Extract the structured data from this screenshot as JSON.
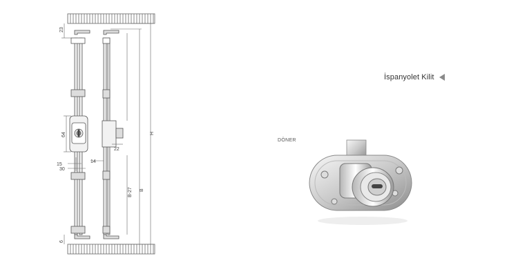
{
  "product": {
    "title": "İspanyolet Kilit",
    "variant": "DÖNER"
  },
  "dimensions": {
    "top_offset": "23",
    "body_height": "64",
    "offset_a": "15",
    "offset_b": "30",
    "bolt_width": "22",
    "bolt_offset": "14",
    "length_b_minus": "B-27",
    "length_b": "B",
    "length_h": "H",
    "bottom_offset": "6"
  },
  "icons": {
    "title_arrow": "triangle-left-icon",
    "photo": "lock-photo"
  },
  "colors": {
    "line": "#555555",
    "text": "#333333",
    "arrow": "#8a8a8a"
  }
}
